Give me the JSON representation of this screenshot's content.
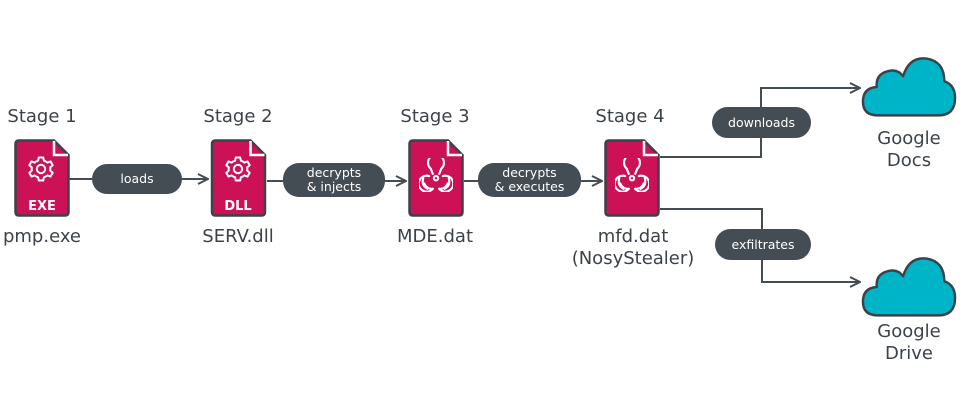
{
  "diagram": {
    "title": "NosyStealer infection chain",
    "colors": {
      "file_fill": "#cc1157",
      "file_stroke": "#3c4249",
      "pill_fill": "#454d54",
      "line": "#454d54",
      "cloud_fill": "#00b4c8",
      "text": "#3c4249"
    },
    "stages": [
      {
        "title": "Stage 1",
        "icon": "gear-icon",
        "badge": "EXE",
        "file": "pmp.exe",
        "file_sub": ""
      },
      {
        "title": "Stage 2",
        "icon": "gear-icon",
        "badge": "DLL",
        "file": "SERV.dll",
        "file_sub": ""
      },
      {
        "title": "Stage 3",
        "icon": "biohazard-icon",
        "badge": "",
        "file": "MDE.dat",
        "file_sub": ""
      },
      {
        "title": "Stage 4",
        "icon": "biohazard-icon",
        "badge": "",
        "file": "mfd.dat",
        "file_sub": "(NosyStealer)"
      }
    ],
    "edges": [
      {
        "from": "Stage 1",
        "to": "Stage 2",
        "label_line1": "loads",
        "label_line2": ""
      },
      {
        "from": "Stage 2",
        "to": "Stage 3",
        "label_line1": "decrypts",
        "label_line2": "& injects"
      },
      {
        "from": "Stage 3",
        "to": "Stage 4",
        "label_line1": "decrypts",
        "label_line2": "& executes"
      },
      {
        "from": "Stage 4",
        "to": "Google Docs",
        "label_line1": "downloads",
        "label_line2": ""
      },
      {
        "from": "Stage 4",
        "to": "Google Drive",
        "label_line1": "exfiltrates",
        "label_line2": ""
      }
    ],
    "targets": [
      {
        "icon": "cloud-icon",
        "line1": "Google",
        "line2": "Docs"
      },
      {
        "icon": "cloud-icon",
        "line1": "Google",
        "line2": "Drive"
      }
    ]
  }
}
